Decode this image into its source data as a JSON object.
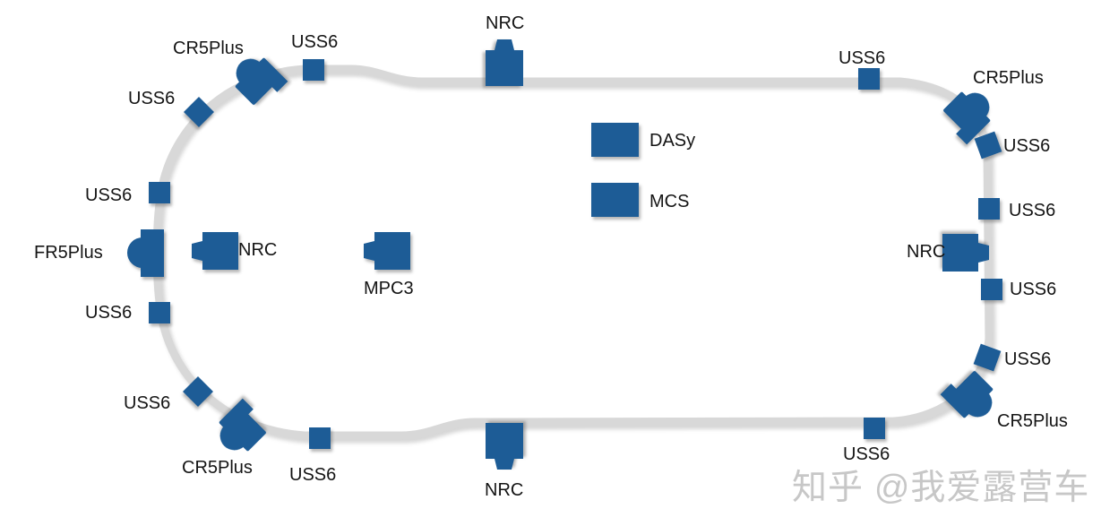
{
  "diagram_title": "vehicle-sensor-set-layout",
  "labels": {
    "uss6": "USS6",
    "cr5plus": "CR5Plus",
    "fr5plus": "FR5Plus",
    "nrc": "NRC",
    "mpc3": "MPC3"
  },
  "sensors": [
    {
      "type": "USS6",
      "label": "USS6",
      "placement": "top-left-diagonal"
    },
    {
      "type": "USS6",
      "label": "USS6",
      "placement": "top-left"
    },
    {
      "type": "CR5Plus",
      "label": "CR5Plus",
      "placement": "top-left-corner"
    },
    {
      "type": "USS6",
      "label": "USS6",
      "placement": "left-upper"
    },
    {
      "type": "FR5Plus",
      "label": "FR5Plus",
      "placement": "front-center-left"
    },
    {
      "type": "USS6",
      "label": "USS6",
      "placement": "left-lower"
    },
    {
      "type": "USS6",
      "label": "USS6",
      "placement": "bottom-left-diagonal"
    },
    {
      "type": "CR5Plus",
      "label": "CR5Plus",
      "placement": "bottom-left-corner"
    },
    {
      "type": "USS6",
      "label": "USS6",
      "placement": "bottom-left"
    },
    {
      "type": "NRC",
      "label": "NRC",
      "placement": "interior-front"
    },
    {
      "type": "MPC3",
      "label": "MPC3",
      "placement": "interior-windshield"
    },
    {
      "type": "NRC",
      "label": "NRC",
      "placement": "top-center"
    },
    {
      "type": "NRC",
      "label": "NRC",
      "placement": "bottom-center"
    },
    {
      "type": "USS6",
      "label": "USS6",
      "placement": "top-right"
    },
    {
      "type": "CR5Plus",
      "label": "CR5Plus",
      "placement": "top-right-corner"
    },
    {
      "type": "USS6",
      "label": "USS6",
      "placement": "right-upper-diagonal"
    },
    {
      "type": "USS6",
      "label": "USS6",
      "placement": "right-upper"
    },
    {
      "type": "NRC",
      "label": "NRC",
      "placement": "interior-rear"
    },
    {
      "type": "USS6",
      "label": "USS6",
      "placement": "right-lower"
    },
    {
      "type": "USS6",
      "label": "USS6",
      "placement": "right-lower-diagonal"
    },
    {
      "type": "CR5Plus",
      "label": "CR5Plus",
      "placement": "bottom-right-corner"
    },
    {
      "type": "USS6",
      "label": "USS6",
      "placement": "bottom-right"
    }
  ],
  "legend": {
    "items": [
      {
        "key": "dasy",
        "label": "DASy"
      },
      {
        "key": "mcs",
        "label": "MCS"
      }
    ]
  },
  "watermark": {
    "text": "知乎 @我爱露营车"
  },
  "colors": {
    "sensor_blue": "#1d5c96",
    "car_outline": "#d8d8d8",
    "watermark_gray": "#c7c7c7",
    "label_text": "#141414"
  }
}
